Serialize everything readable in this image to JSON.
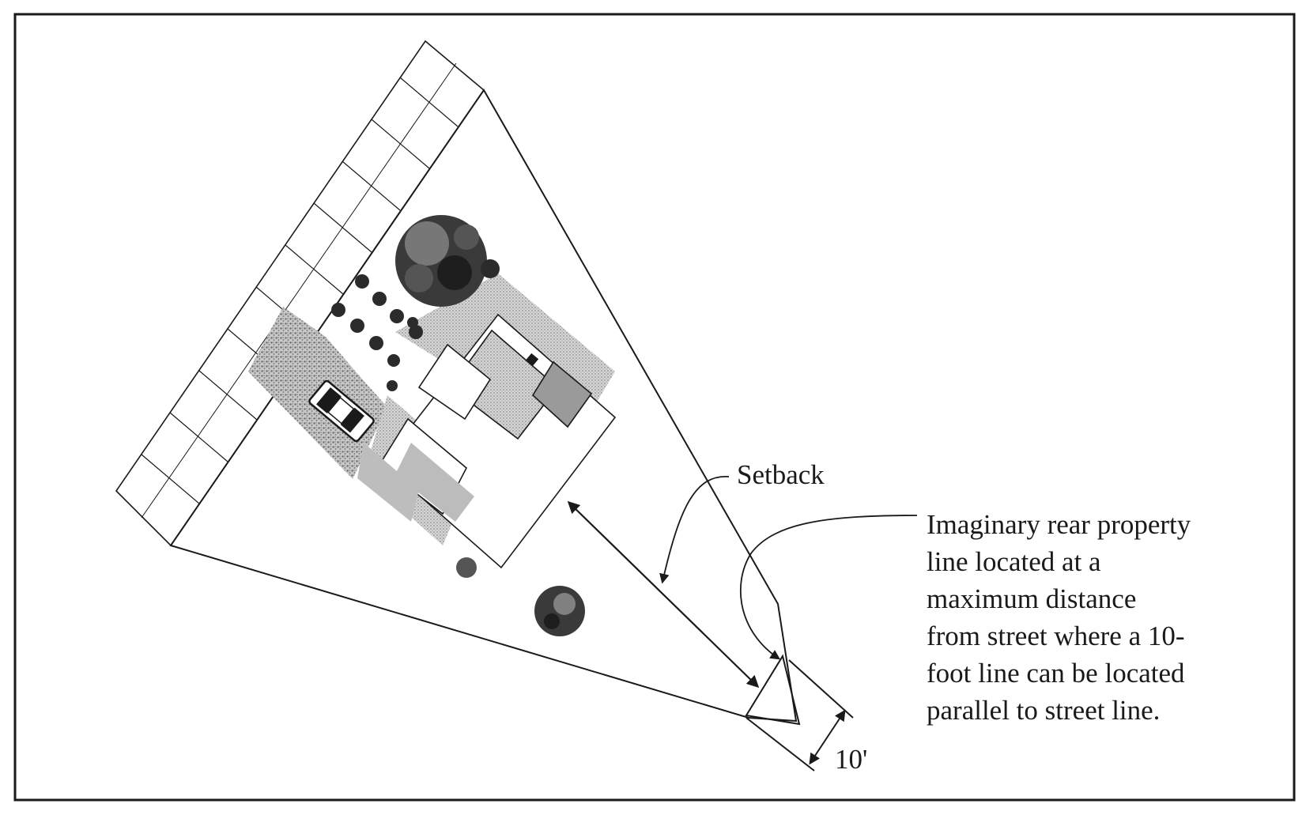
{
  "labels": {
    "setback": "Setback",
    "imaginary_line": [
      "Imaginary rear property",
      "line located at a",
      "maximum distance",
      "from street where a 10-",
      "foot line can be located",
      "parallel to street line."
    ],
    "ten_foot": "10'"
  },
  "colors": {
    "line": "#1a1a1a",
    "shading": "#bdbdbd",
    "dark_shading": "#8c8c8c",
    "tree": "#2b2b2b",
    "background": "#ffffff"
  }
}
